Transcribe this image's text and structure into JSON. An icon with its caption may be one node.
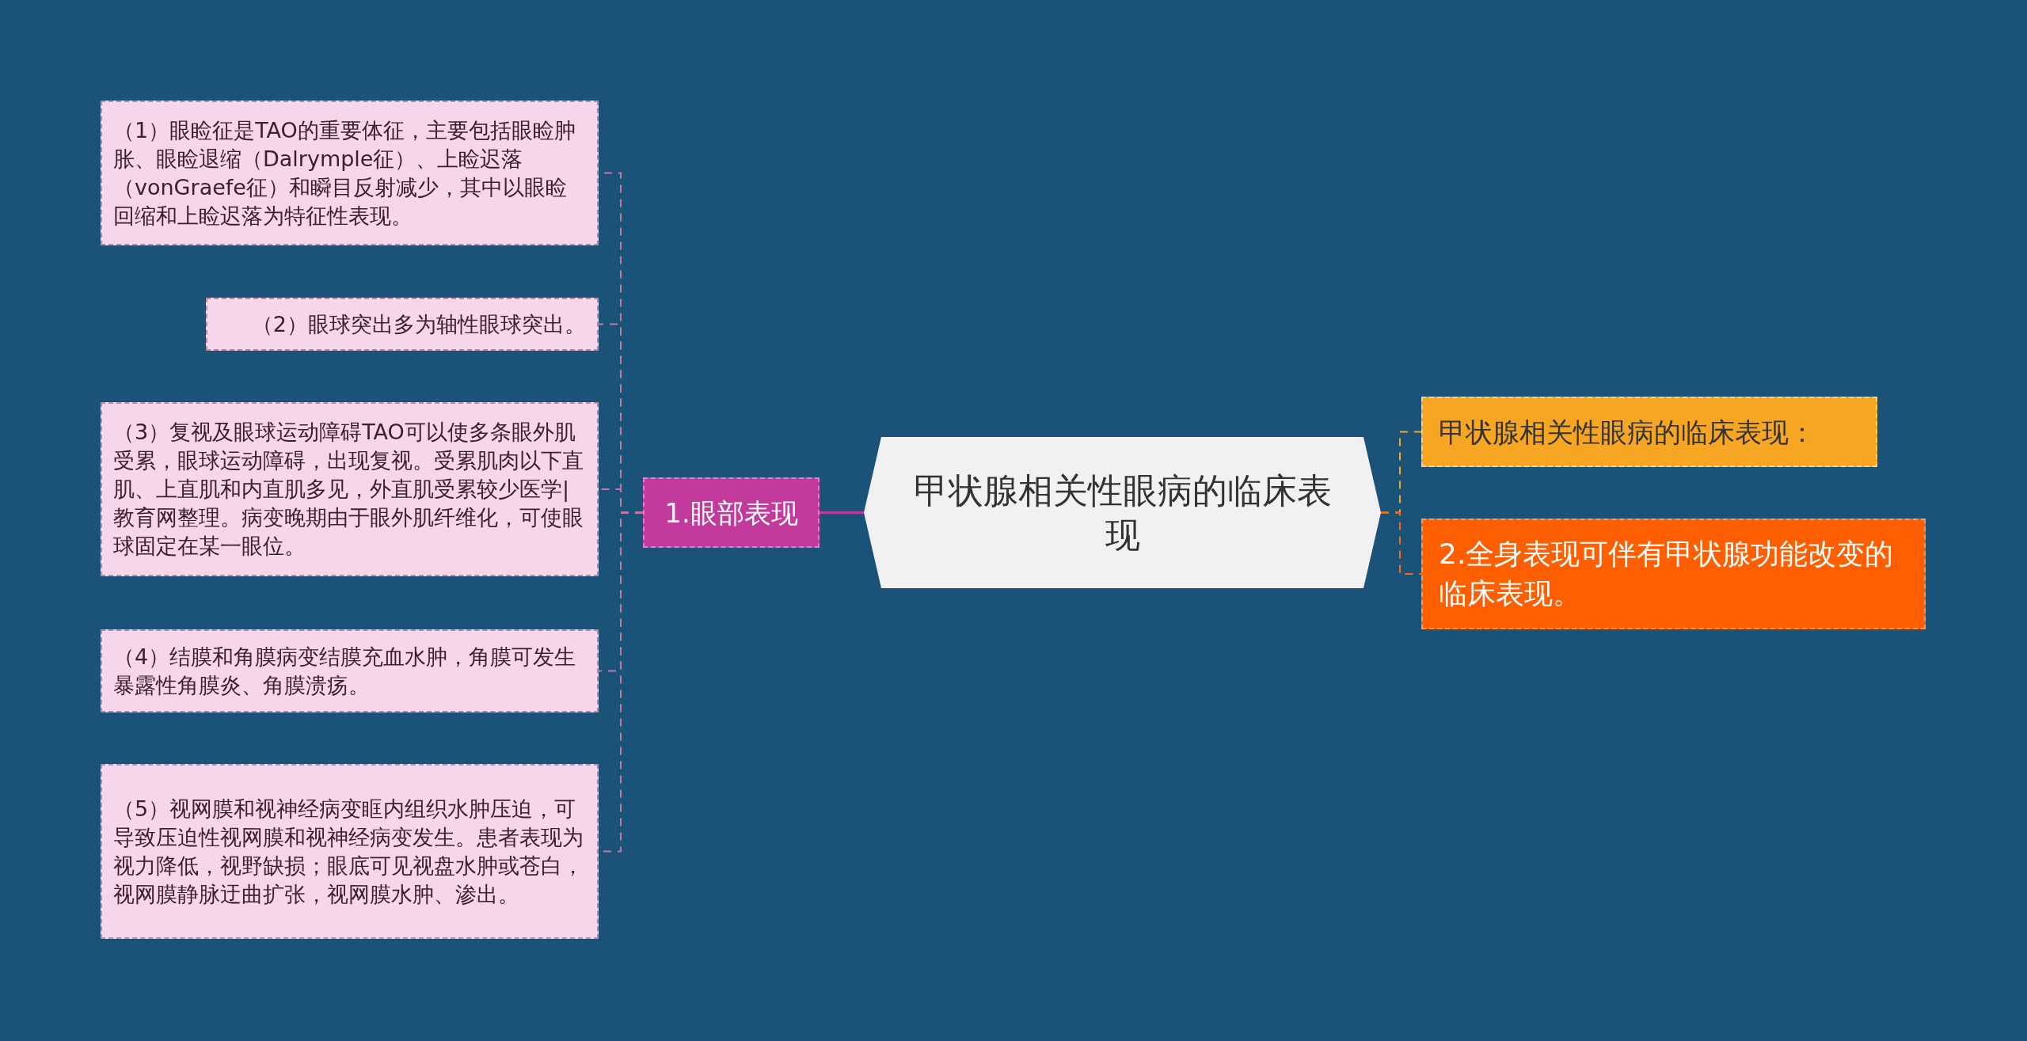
{
  "diagram": {
    "nodes": [
      {
        "text": [
          "甲状腺相关性眼病的临床表现"
        ]
      },
      {
        "text": [
          "1.眼部表现"
        ]
      },
      {
        "text": [
          "（1）眼睑征是TAO的重要体征，主要包括眼睑肿胀、眼睑退缩（Dalrymple征）、上睑迟落（vonGraefe征）和瞬目反射减少，其中以眼睑回缩和上睑迟落为特征性表现。"
        ]
      },
      {
        "text": [
          "（2）眼球突出多为轴性眼球突出。"
        ]
      },
      {
        "text": [
          "（3）复视及眼球运动障碍TAO可以使多条眼外肌受累，眼球运动障碍，出现复视。受累肌肉以下直肌、上直肌和内直肌多见，外直肌受累较少医学|教育网整理。病变晚期由于眼外肌纤维化，可使眼球固定在某一眼位。"
        ]
      },
      {
        "text": [
          "（4）结膜和角膜病变结膜充血水肿，角膜可发生暴露性角膜炎、角膜溃疡。"
        ]
      },
      {
        "text": [
          "（5）视网膜和视神经病变眶内组织水肿压迫，可导致压迫性视网膜和视神经病变发生。患者表现为视力降低，视野缺损；眼底可见视盘水肿或苍白，视网膜静脉迂曲扩张，视网膜水肿、渗出。"
        ]
      },
      {
        "text": [
          "甲状腺相关性眼病的临床表现："
        ]
      },
      {
        "text": [
          "2.全身表现可伴有甲状腺功能改变的临床表现。"
        ]
      }
    ],
    "edges": [
      {
        "from": 0,
        "to": 1,
        "arrow": "none",
        "color": "#c0399e"
      },
      {
        "from": 1,
        "to": 2,
        "arrow": "none",
        "style": "dashed"
      },
      {
        "from": 1,
        "to": 3,
        "arrow": "none",
        "style": "dashed"
      },
      {
        "from": 1,
        "to": 4,
        "arrow": "none",
        "style": "dashed"
      },
      {
        "from": 1,
        "to": 5,
        "arrow": "none",
        "style": "dashed"
      },
      {
        "from": 1,
        "to": 6,
        "arrow": "none",
        "style": "dashed"
      },
      {
        "from": 0,
        "to": 7,
        "arrow": "none",
        "style": "dashed",
        "color": "#f5a623"
      },
      {
        "from": 0,
        "to": 8,
        "arrow": "none",
        "style": "dashed",
        "color": "#ff6a10"
      }
    ]
  }
}
